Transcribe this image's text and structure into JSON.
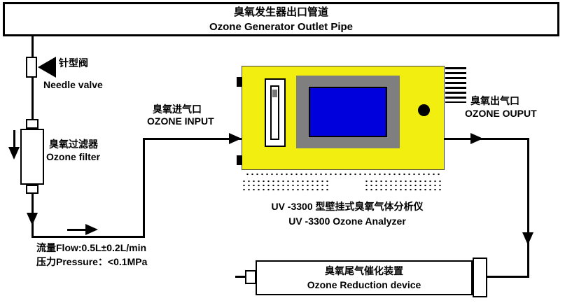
{
  "diagram": {
    "header_pipe": {
      "zh": "臭氧发生器出口管道",
      "en": "Ozone Generator Outlet Pipe"
    },
    "needle_valve": {
      "zh": "针型阀",
      "en": "Needle valve"
    },
    "ozone_filter": {
      "zh": "臭氧过滤器",
      "en": "Ozone filter"
    },
    "flow_specs": {
      "flow": "流量Flow:0.5L±0.2L/min",
      "pressure": "压力Pressure：<0.1MPa"
    },
    "ozone_input": {
      "zh": "臭氧进气口",
      "en": "OZONE INPUT"
    },
    "ozone_output": {
      "zh": "臭氧出气口",
      "en": "OZONE OUPUT"
    },
    "analyzer": {
      "zh": "UV -3300 型壁挂式臭氧气体分析仪",
      "en": "UV -3300 Ozone Analyzer"
    },
    "reduction_device": {
      "zh": "臭氧尾气催化装置",
      "en": "Ozone Reduction device"
    }
  },
  "colors": {
    "analyzer_body": "#f2ee10",
    "screen_bezel": "#7f7f7f",
    "screen_blue": "#0000dd",
    "line_color": "#000000",
    "background": "#ffffff"
  }
}
